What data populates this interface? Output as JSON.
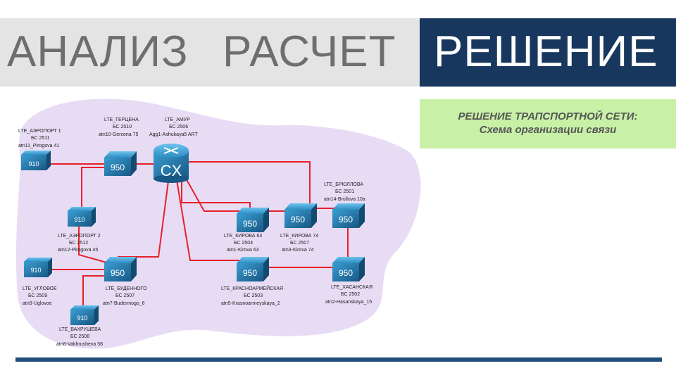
{
  "header": {
    "word1": "АНАЛИЗ",
    "word2": "РАСЧЕТ",
    "word3": "РЕШЕНИЕ"
  },
  "note": {
    "line1": "РЕШЕНИЕ ТРАПСПОРТНОЙ СЕТИ:",
    "line2": "Схема организации связи"
  },
  "colors": {
    "link": "#e8202a",
    "blob": "#e8dcf5",
    "node_dark": "#1c5d87",
    "node_light": "#2c86b9"
  },
  "diagram": {
    "core": {
      "label": "CX"
    },
    "nodes": {
      "n910_1": "910",
      "n950_1": "950",
      "n910_2": "910",
      "n950_k63": "950",
      "n950_k74": "950",
      "n950_br": "950",
      "n910_3": "910",
      "n950_bud": "950",
      "n950_kr": "950",
      "n950_has": "950",
      "n910_4": "910"
    },
    "labels": {
      "aer1": [
        "LTE_АЭРОПОРТ 1",
        "БС 2511",
        "atn11_Pirogova 41"
      ],
      "gerc": [
        "LTE_ГЕРЦЕНА",
        "БС 2510",
        "atn10-Gercena 75"
      ],
      "amur": [
        "LTE_АМУР",
        "БС 2506",
        "Agg1-Ashukaya5 ART"
      ],
      "brul": [
        "LTE_БРЮЛЛОВА",
        "БС 2501",
        "atn14-Brullova 10a"
      ],
      "aer2": [
        "LTE_АЭРОПОРТ 2",
        "БС 2512",
        "atn12-Pirogova 45"
      ],
      "kir63": [
        "LTE_КИРОВА 63",
        "БС 2504",
        "atn1-Kirova 63"
      ],
      "kir74": [
        "LTE_КИРОВА 74",
        "БС 2507",
        "atn3-Kirova 74"
      ],
      "ugl": [
        "LTE_УГЛОВОЕ",
        "БС 2509",
        "atn9-Uglovoe"
      ],
      "bud": [
        "LTE_БУДЕННОГО",
        "БС 2507",
        "atn7-Budennogo_6"
      ],
      "krasn": [
        "LTE_КРАСНОАРМЕЙСКАЯ",
        "БС 2503",
        "atn5-Krasnoarmeyskaya_2"
      ],
      "has": [
        "LTE_ХАСАНСКАЯ",
        "БС 2502",
        "atn2-Hasanskaya_15"
      ],
      "vakh": [
        "LTE_ВАХРУШЕВА",
        "БС 2508",
        "atn8-Vakhrusheva 58"
      ]
    }
  }
}
